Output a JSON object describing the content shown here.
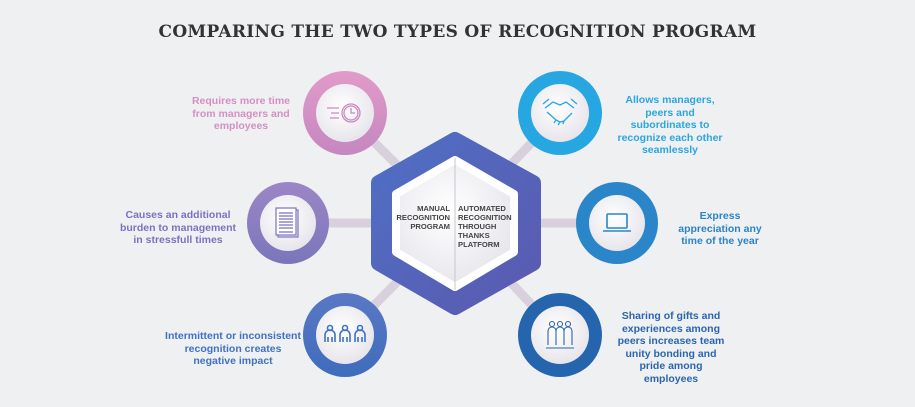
{
  "title": "COMPARING THE TWO TYPES OF RECOGNITION PROGRAM",
  "center": {
    "left_label": [
      "MANUAL",
      "RECOGNITION",
      "PROGRAM"
    ],
    "right_label": [
      "AUTOMATED",
      "RECOGNITION",
      "THROUGH",
      "THANKS",
      "PLATFORM"
    ]
  },
  "manual_points": [
    {
      "icon": "clock-icon",
      "text": "Requires more time from managers and employees",
      "color": "#d58fc2"
    },
    {
      "icon": "document-icon",
      "text": "Causes an additional burden to management in stressfull times",
      "color": "#7a72c0"
    },
    {
      "icon": "people-icon",
      "text": "Intermittent or inconsistent recognition creates negative impact",
      "color": "#3f72c4"
    }
  ],
  "automated_points": [
    {
      "icon": "handshake-icon",
      "text": "Allows managers, peers and subordinates to recognize each other seamlessly",
      "color": "#2aa6e0"
    },
    {
      "icon": "laptop-icon",
      "text": "Express appreciation any time of the year",
      "color": "#2b83c8"
    },
    {
      "icon": "team-icon",
      "text": "Sharing of gifts and experiences among peers increases team unity bonding and pride among employees",
      "color": "#2a65b0"
    }
  ]
}
